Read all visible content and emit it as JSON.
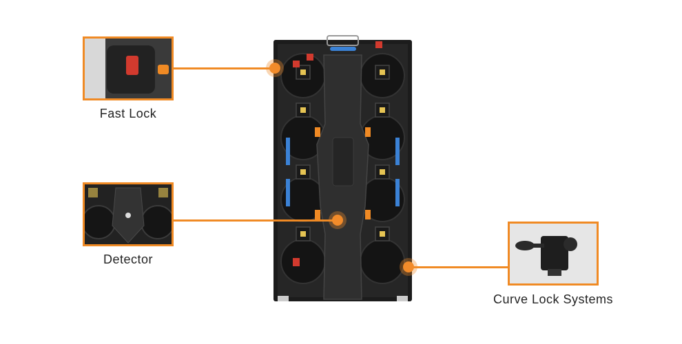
{
  "accent_color": "#f08a24",
  "callouts": {
    "fast_lock": {
      "label": "Fast Lock"
    },
    "detector": {
      "label": "Detector"
    },
    "curve_lock": {
      "label": "Curve Lock Systems"
    }
  },
  "icons": [
    "led-cabinet-image",
    "fast-lock-closeup",
    "detector-closeup",
    "curve-lock-closeup"
  ]
}
